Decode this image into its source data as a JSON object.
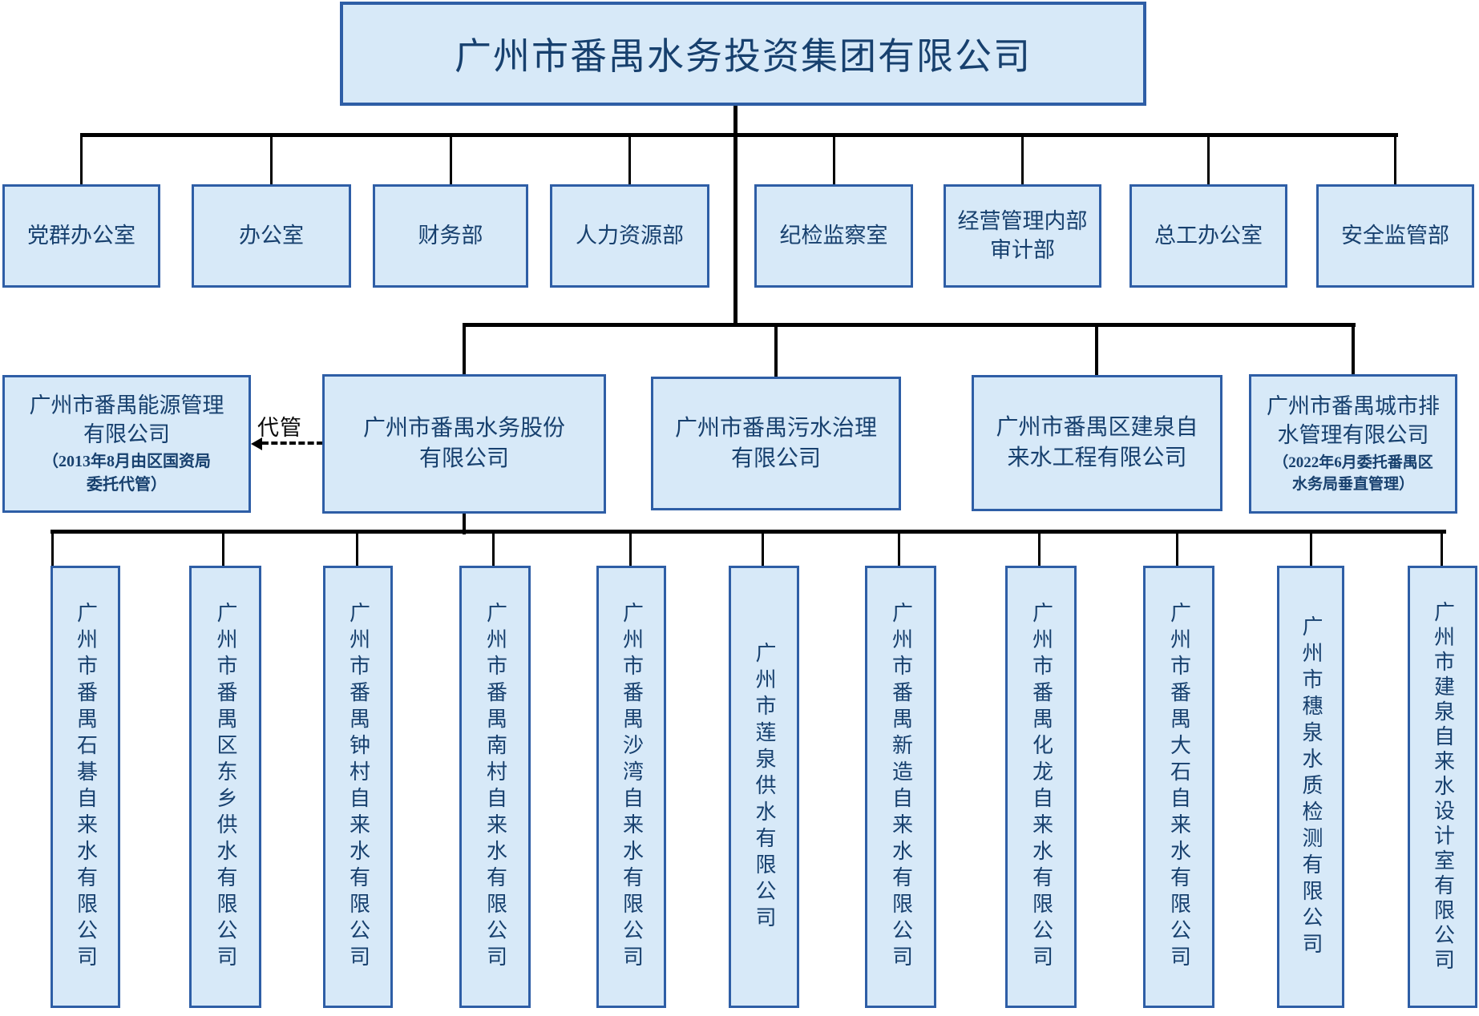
{
  "colors": {
    "box-fill": "#d7e9f8",
    "box-border": "#2e5ea6",
    "text-color": "#17406e",
    "line-color": "#000000"
  },
  "root": {
    "name": "广州市番禺水务投资集团有限公司"
  },
  "departments": [
    "党群办公室",
    "办公室",
    "财务部",
    "人力资源部",
    "纪检监察室",
    "经营管理内部\n审计部",
    "总工办公室",
    "安全监管部"
  ],
  "managed_link_label": "代管",
  "subsidiaries": [
    {
      "name": "广州市番禺能源管理\n有限公司",
      "note": "（2013年8月由区国资局\n委托代管）"
    },
    {
      "name": "广州市番禺水务股份\n有限公司"
    },
    {
      "name": "广州市番禺污水治理\n有限公司"
    },
    {
      "name": "广州市番禺区建泉自\n来水工程有限公司"
    },
    {
      "name": "广州市番禺城市排\n水管理有限公司",
      "note": "（2022年6月委托番禺区\n水务局垂直管理）"
    }
  ],
  "branches": [
    "广州市番禺石碁自来水有限公司",
    "广州市番禺区东乡供水有限公司",
    "广州市番禺钟村自来水有限公司",
    "广州市番禺南村自来水有限公司",
    "广州市番禺沙湾自来水有限公司",
    "广州市莲泉供水有限公司",
    "广州市番禺新造自来水有限公司",
    "广州市番禺化龙自来水有限公司",
    "广州市番禺大石自来水有限公司",
    "广州市穗泉水质检测有限公司",
    "广州市建泉自来水设计室有限公司"
  ]
}
